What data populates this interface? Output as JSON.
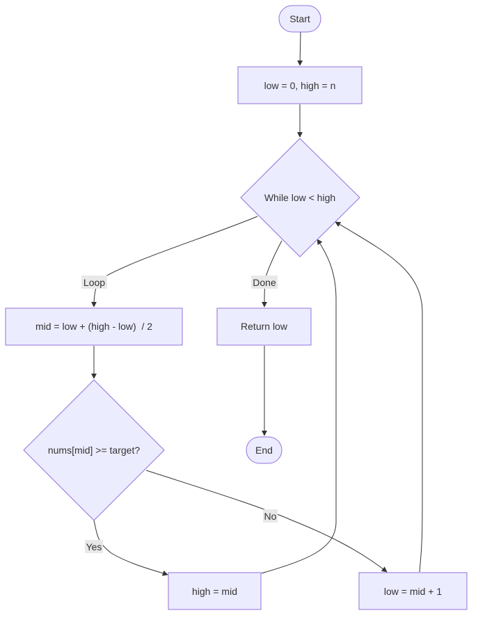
{
  "nodes": {
    "start": "Start",
    "init": "low = 0, high = n",
    "while": "While low < high",
    "mid": "mid = low + (high - low)  / 2",
    "ret": "Return low",
    "cond": "nums[mid] >= target?",
    "end": "End",
    "high_mid": "high = mid",
    "low_mid": "low = mid + 1"
  },
  "edges": {
    "loop": "Loop",
    "done": "Done",
    "yes": "Yes",
    "no": "No"
  },
  "colors": {
    "node_fill": "#ECECFF",
    "node_stroke": "#9370DB",
    "edge": "#333333",
    "edge_label_bg": "#E8E8E8"
  }
}
